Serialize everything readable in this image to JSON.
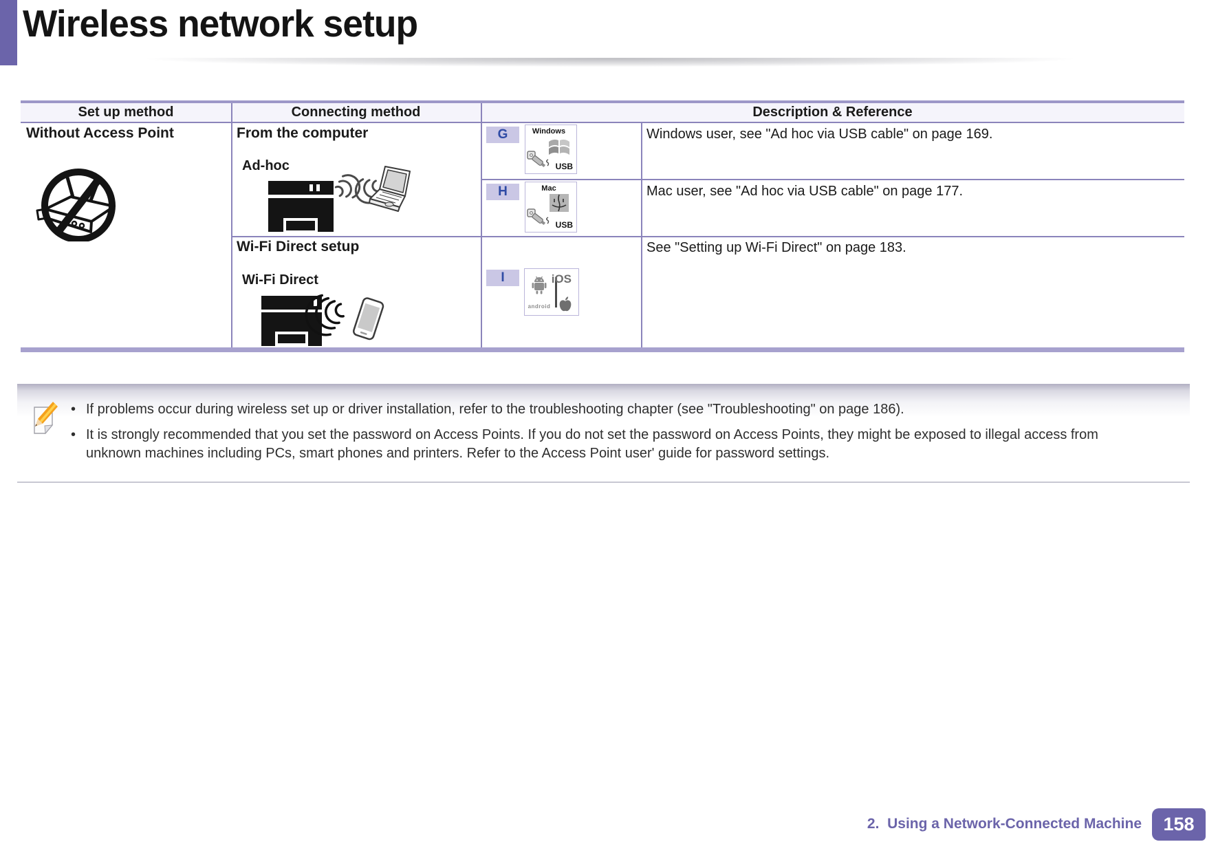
{
  "page": {
    "title": "Wireless network setup",
    "footer": {
      "chapter_label": "2.  Using a Network-Connected Machine",
      "page_number": "158"
    }
  },
  "table": {
    "headers": [
      "Set up method",
      "Connecting method",
      "Description & Reference"
    ],
    "setup_method": {
      "label": "Without Access Point"
    },
    "connecting": {
      "from_computer": {
        "title": "From the computer",
        "mode_label": "Ad-hoc"
      },
      "wifi_direct": {
        "title": "Wi-Fi Direct setup",
        "mode_label": "Wi-Fi Direct"
      }
    },
    "entries": [
      {
        "badge": "G",
        "platform": "Windows",
        "usb": "USB",
        "description": "Windows user, see \"Ad hoc via USB cable\" on page 169."
      },
      {
        "badge": "H",
        "platform": "Mac",
        "usb": "USB",
        "description": "Mac user, see \"Ad hoc via USB cable\" on page 177."
      },
      {
        "badge": "I",
        "platform_left": "android",
        "platform_right": "iOS",
        "description": "See \"Setting up Wi-Fi Direct\" on page 183."
      }
    ]
  },
  "note": {
    "bullets": [
      "If problems occur during wireless set up or driver installation, refer to the troubleshooting chapter (see \"Troubleshooting\" on page 186).",
      "It is strongly recommended that you set the password on Access Points. If you do not set the password on Access Points, they might be exposed to illegal access from unknown machines including PCs, smart phones and printers. Refer to the Access Point user' guide for password settings."
    ]
  },
  "colors": {
    "accent_purple": "#6b64aa",
    "table_top_border": "#9d97c8",
    "table_line": "#8b84bb",
    "table_bottom_border": "#a7a1ce",
    "header_bg": "#f5f4fb",
    "badge_bg": "#cac7e5",
    "badge_letter": "#2f4ba5",
    "footer_purple": "#6b64aa"
  }
}
